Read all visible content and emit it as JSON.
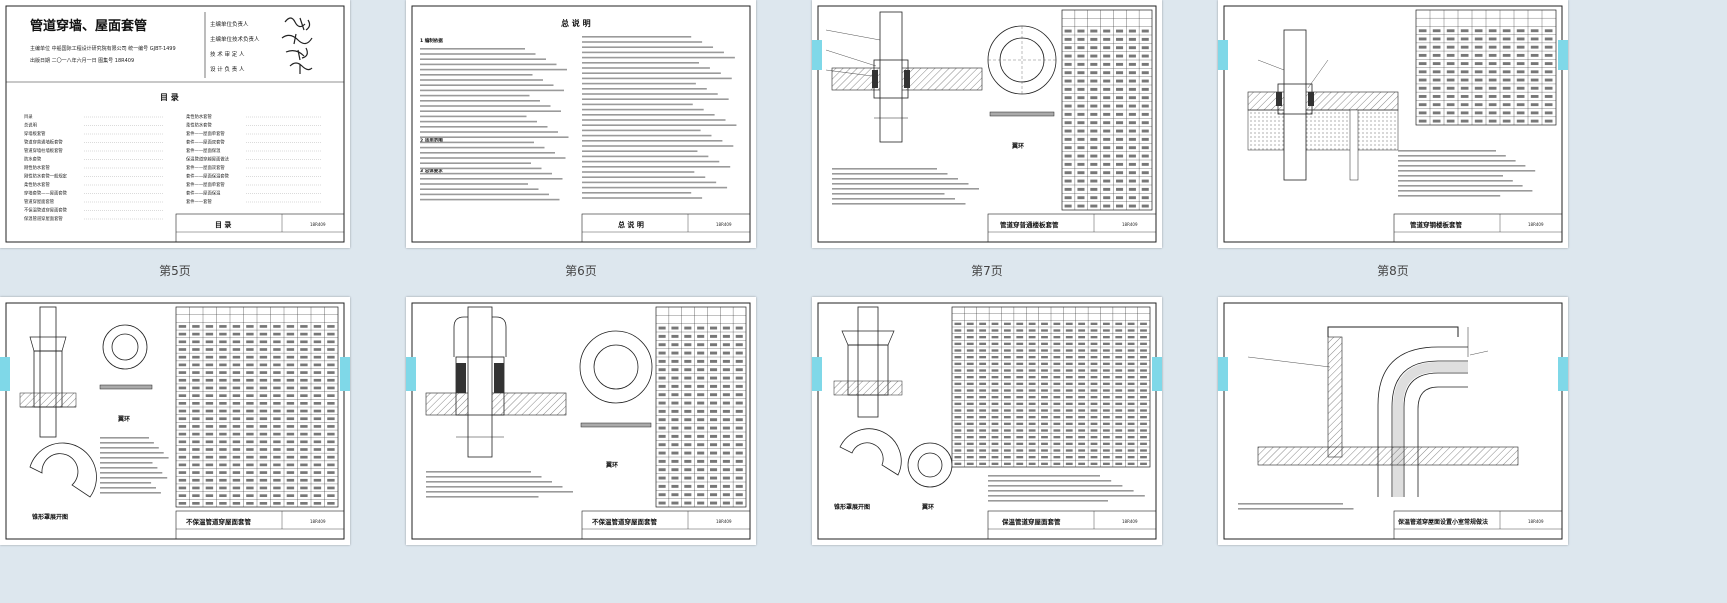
{
  "page_labels": [
    "第5页",
    "第6页",
    "第7页",
    "第8页"
  ],
  "p5": {
    "title": "管道穿墙、屋面套管",
    "editor_labels": [
      "主编单位负责人",
      "主编单位技术负责人",
      "技 术 审 定 人",
      "设 计 负 责 人"
    ],
    "line1": "主编单位  中船国际工程设计研究院有限公司  统一编号  GJBT-1499",
    "line2": "出版日期  二〇一八年六月一日           图集号  18R409",
    "toc_heading": "目    录",
    "toc_left": [
      "目录",
      "总说明",
      "穿墙板套管",
      "管道穿普通墙板套管",
      "管道穿墙柱墙板套管",
      "防水套管",
      "刚性防水套管",
      "刚性防水套管一般规定",
      "柔性防水套管",
      "穿墙套管——屋面套管",
      "管道穿屋面套管",
      "不保温管道穿屋面套管",
      "保温管道穿屋面套管"
    ],
    "toc_right": [
      "柔性防水套管",
      "柔性防水套管",
      "套件——屋面单套管",
      "套件——屋面双套管",
      "套件——屋面保温",
      "保温管道穿越屋面做法",
      "套件——屋面双套管",
      "套件——屋面保温套管",
      "套件——屋面单套管",
      "套件——屋面保温",
      "套件——套管"
    ],
    "toc_footer": "目    录",
    "atlas_no": "18R409"
  },
  "p6": {
    "title": "总  说  明",
    "sections": [
      "1  编制依据",
      "2  适用范围",
      "3  总体要求"
    ],
    "footer": "总  说  明",
    "atlas_no": "18R409"
  },
  "p7": {
    "footer": "管道穿普通楼板套管",
    "ring_label": "翼环",
    "atlas_no": "18R409"
  },
  "p8": {
    "footer": "管道穿钢楼板套管",
    "atlas_no": "18R409"
  },
  "p9": {
    "footer": "不保温管道穿屋面套管",
    "ring_label": "翼环",
    "expand_label": "锥形罩展开图",
    "atlas_no": "18R409"
  },
  "p10": {
    "footer": "不保温管道穿屋面套管",
    "ring_label": "翼环",
    "atlas_no": "18R409"
  },
  "p11": {
    "footer": "保温管道穿屋面套管",
    "ring_label": "翼环",
    "expand_label": "锥形罩展开图",
    "atlas_no": "18R409"
  },
  "p12": {
    "footer": "保温管道穿屋面设置小室常规做法",
    "atlas_no": "18R409"
  }
}
